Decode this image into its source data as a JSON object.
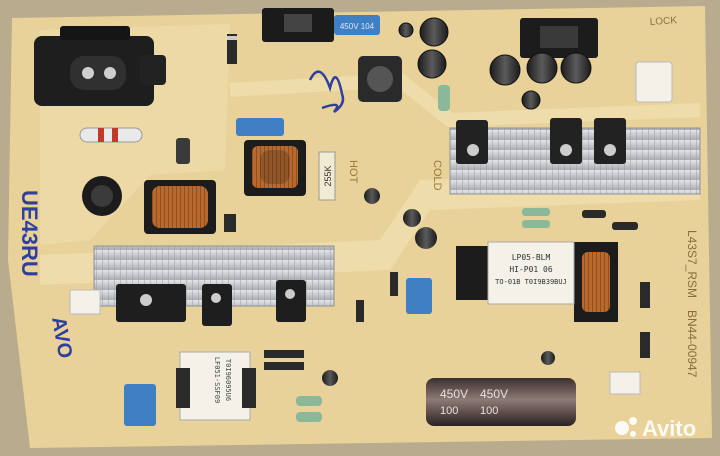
{
  "board": {
    "model_code": "L43S7_RSM",
    "part_number": "BN44-00947",
    "lock_label": "LOCK",
    "hot_label": "HOT",
    "cold_label": "COLD",
    "handwritten_model": "UE43RU",
    "handwritten_tag": "AVO"
  },
  "transformer": {
    "label_line1": "LP05-BLM",
    "label_line2": "HI-P01 06",
    "label_line3": "TO-01B T0I9B39BUJ"
  },
  "standby_transformer": {
    "label_line1": "LF051-SSF09",
    "label_line2": "T0I96095U6"
  },
  "bulk_capacitor": {
    "rating_front": "450V",
    "capacitance_front": "100",
    "rating_back": "450V",
    "capacitance_back": "100"
  },
  "capacitor_blue": {
    "label": "450V 104"
  },
  "choke": {
    "label": "255K"
  },
  "watermark": {
    "brand": "Avito"
  },
  "colors": {
    "pcb": "#e8d29a",
    "pcb_shadow": "#d9bf80",
    "trace": "#f1e2b5",
    "heatsink": "#c7c9cc",
    "copper": "#b86a2e",
    "cap_blue": "#3f7fc4",
    "ink_blue": "#2e3fa0"
  }
}
